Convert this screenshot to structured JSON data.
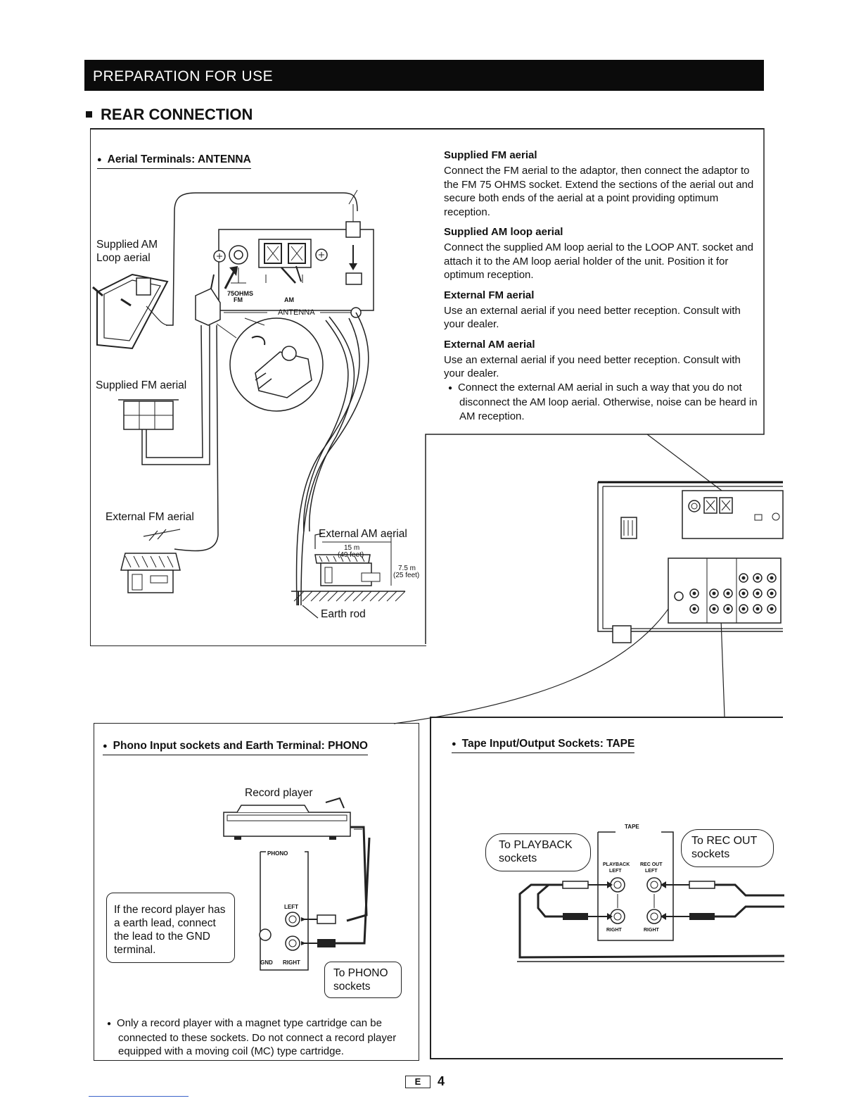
{
  "header": {
    "banner": "PREPARATION FOR USE",
    "section_title": "REAR CONNECTION"
  },
  "antenna_panel": {
    "heading": "Aerial Terminals: ANTENNA",
    "labels": {
      "am_loop_line1": "Supplied AM",
      "am_loop_line2": "Loop aerial",
      "fm_supplied": "Supplied FM aerial",
      "fm_external": "External FM aerial",
      "am_external": "External AM aerial",
      "earth_rod": "Earth rod",
      "fm_socket_1": "75OHMS",
      "fm_socket_2": "FM",
      "am_terminal": "AM",
      "antenna": "ANTENNA",
      "dist_horizontal_1": "15 m",
      "dist_horizontal_2": "(49 feet)",
      "dist_vertical_1": "7.5 m",
      "dist_vertical_2": "(25 feet)"
    }
  },
  "instructions": [
    {
      "title": "Supplied FM aerial",
      "body": "Connect the FM aerial to the adaptor, then connect the adaptor to the FM 75 OHMS socket. Extend the sections of the aerial out and secure both ends of the aerial at a point providing optimum reception."
    },
    {
      "title": "Supplied AM loop aerial",
      "body": "Connect the supplied AM loop aerial to the LOOP ANT. socket and attach it to the AM loop aerial holder of the unit. Position it for optimum reception."
    },
    {
      "title": "External FM aerial",
      "body": "Use an external aerial if you need better reception. Consult with your dealer."
    },
    {
      "title": "External AM aerial",
      "body": "Use an external aerial if you need better reception. Consult with your dealer.",
      "bullet": "Connect the external AM aerial in such a way that you do not disconnect the AM loop aerial. Otherwise, noise can be heard in AM reception."
    }
  ],
  "phono_panel": {
    "heading": "Phono Input sockets and Earth Terminal: PHONO",
    "record_player": "Record player",
    "phono": "PHONO",
    "left": "LEFT",
    "right": "RIGHT",
    "gnd": "GND",
    "callout_earth": "If the record player has a earth lead, connect the lead to the GND terminal.",
    "callout_phono_line1": "To PHONO",
    "callout_phono_line2": "sockets",
    "note": "Only a record player with a magnet type cartridge can be connected to these sockets. Do not connect a record player equipped with a moving coil (MC) type cartridge."
  },
  "tape_panel": {
    "heading": "Tape Input/Output Sockets: TAPE",
    "tape": "TAPE",
    "playback": "PLAYBACK",
    "rec_out": "REC OUT",
    "left": "LEFT",
    "right": "RIGHT",
    "playback_callout_line1": "To PLAYBACK",
    "playback_callout_line2": "sockets",
    "recout_callout_line1": "To REC OUT",
    "recout_callout_line2": "sockets"
  },
  "footer": {
    "lang": "E",
    "page": "4"
  }
}
